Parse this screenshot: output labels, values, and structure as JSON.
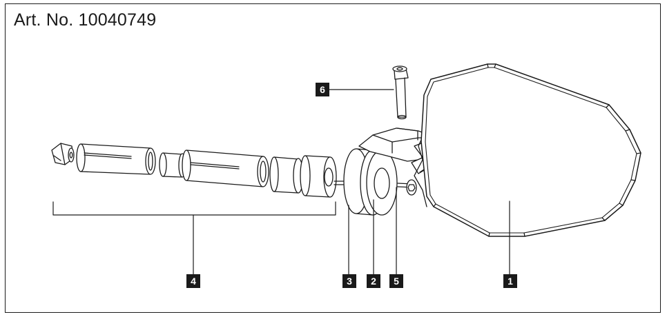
{
  "title": "Art. No. 10040749",
  "callouts": {
    "mirror": "1",
    "clamp_ring": "2",
    "spacer": "3",
    "bar_end_set": "4",
    "pivot_bolt": "5",
    "clamp_screw": "6"
  },
  "colors": {
    "line": "#1a1a1a",
    "background": "#ffffff"
  }
}
